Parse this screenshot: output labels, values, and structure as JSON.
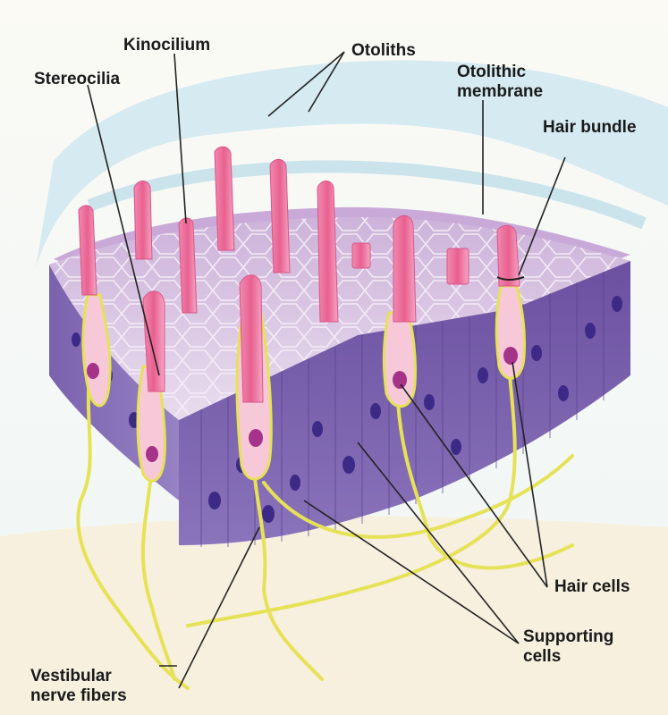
{
  "labels": {
    "kinocilium": "Kinocilium",
    "otoliths": "Otoliths",
    "stereocilia": "Stereocilia",
    "otolithic_membrane": [
      "Otolithic",
      "membrane"
    ],
    "hair_bundle": "Hair bundle",
    "hair_cells": "Hair cells",
    "supporting_cells": [
      "Supporting",
      "cells"
    ],
    "vestibular_nerve_fibers": [
      "Vestibular",
      "nerve fibers"
    ]
  },
  "colors": {
    "background": "#fbf8f1",
    "membrane_top": "#d9c4e3",
    "otolith_layer": "#c8e6ef",
    "epithelium_front": "#7459a8",
    "epithelium_side": "#8c72bb",
    "hair_cell": "#f7c9d8",
    "cilia": "#e8709c",
    "nucleus": "#a5338a",
    "nerve": "#e7e35a",
    "leader_line": "#222222"
  }
}
